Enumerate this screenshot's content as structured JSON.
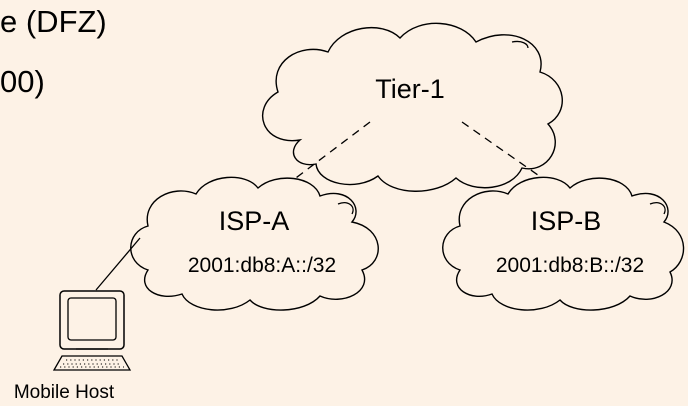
{
  "slide": {
    "title_fragment": "e (DFZ)",
    "subtitle_fragment": "00)"
  },
  "diagram": {
    "tier1_label": "Tier-1",
    "isp_a": {
      "label": "ISP-A",
      "prefix": "2001:db8:A::/32"
    },
    "isp_b": {
      "label": "ISP-B",
      "prefix": "2001:db8:B::/32"
    },
    "host_label": "Mobile Host"
  },
  "colors": {
    "background": "#fdf2e6",
    "stroke": "#000000"
  },
  "icons": [
    "computer-icon",
    "cloud-shape"
  ]
}
